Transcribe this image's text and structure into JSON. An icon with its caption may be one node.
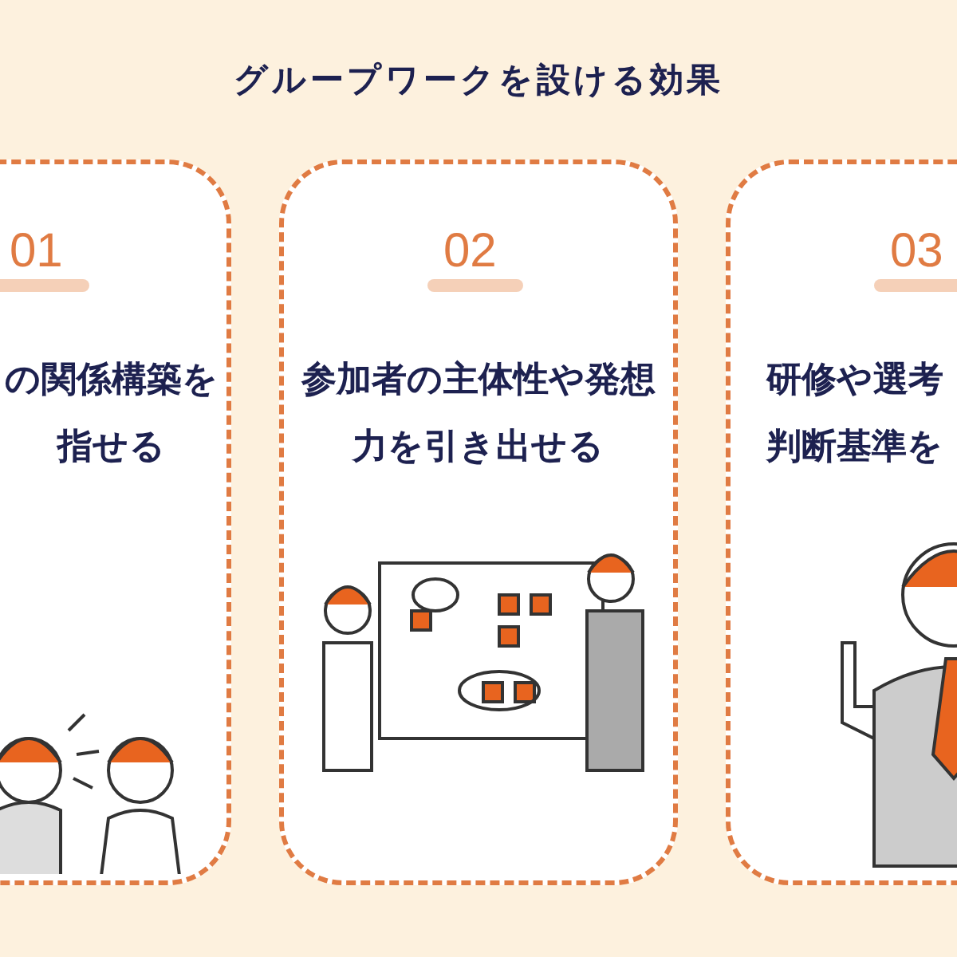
{
  "diagram": {
    "title": "グループワークを設ける効果",
    "nodes": [
      {
        "text": [
          "01",
          "の関係構築を指せる"
        ]
      },
      {
        "text": [
          "02",
          "参加者の主体性や発想力を引き出せる"
        ]
      },
      {
        "text": [
          "03",
          "研修や選考判断基準を"
        ]
      }
    ]
  }
}
